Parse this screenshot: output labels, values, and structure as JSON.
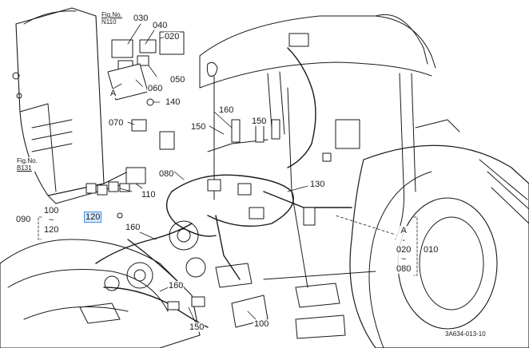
{
  "figure_code": "3A634-013-10",
  "figure_refs": [
    {
      "line1": "Fig.No.",
      "line2": "N110"
    },
    {
      "line1": "Fig.No.",
      "line2": "B131"
    }
  ],
  "part_labels": [
    "030",
    "040",
    "020",
    "050",
    "060",
    "140",
    "070",
    "160",
    "150",
    "150",
    "080",
    "110",
    "120",
    "130",
    "160",
    "160",
    "150",
    "100",
    "090",
    "010"
  ],
  "part_label_A": "A",
  "ranges": [
    {
      "top": "100",
      "tilde": "~",
      "bottom": "120"
    },
    {
      "top": "A",
      "dash": "-",
      "mid": "020",
      "tilde": "~",
      "bottom": "080"
    }
  ],
  "highlighted_label": "120",
  "colors": {
    "line": "#1a1a1a",
    "highlight": "#4a8fe0"
  }
}
